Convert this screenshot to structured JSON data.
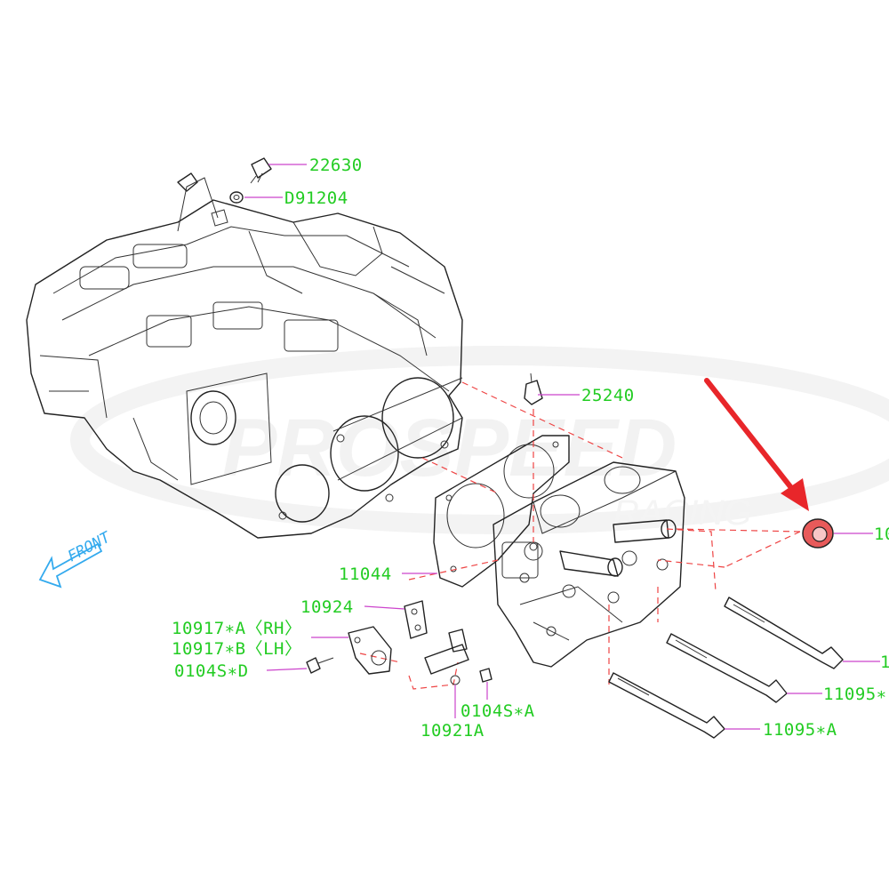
{
  "watermark": {
    "main": "PROSPEED",
    "sub": "RACING"
  },
  "front_indicator": {
    "label": "FRONT"
  },
  "callouts": {
    "c22630": "22630",
    "cD91204": "D91204",
    "c25240": "25240",
    "c11044": "11044",
    "c10924": "10924",
    "c10917A": "10917∗A〈RH〉",
    "c10917B": "10917∗B〈LH〉",
    "c0104SD": "0104S∗D",
    "c0104SA": "0104S∗A",
    "c10921A": "10921A",
    "c10_right": "10",
    "c1_right": "1",
    "c11095_mid": "11095∗",
    "c11095A": "11095∗A"
  },
  "highlight": {
    "part": "seal-ring",
    "color": "#e85a5a",
    "arrow_color": "#e8262a"
  },
  "colors": {
    "callout": "#22cc22",
    "front": "#33aaee",
    "dashed": "#ee4444",
    "leader": "#cc44cc"
  }
}
